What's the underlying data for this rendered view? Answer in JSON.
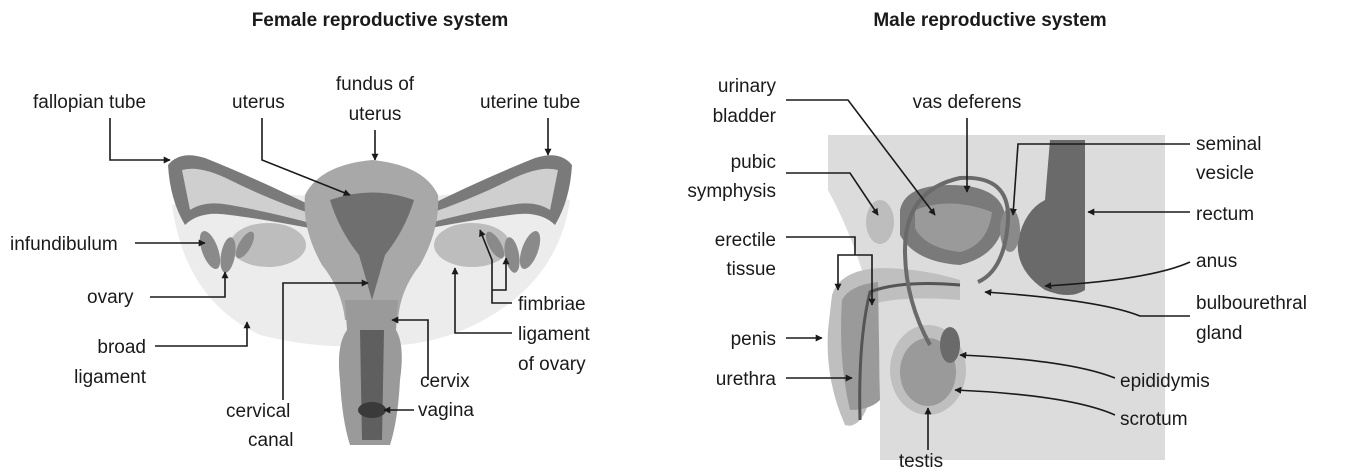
{
  "female": {
    "title": "Female reproductive system",
    "labels": {
      "fallopian_tube": "fallopian tube",
      "uterus": "uterus",
      "fundus_1": "fundus of",
      "fundus_2": "uterus",
      "uterine_tube": "uterine tube",
      "infundibulum": "infundibulum",
      "ovary": "ovary",
      "broad_1": "broad",
      "broad_2": "ligament",
      "fimbriae": "fimbriae",
      "lig_ovary_1": "ligament",
      "lig_ovary_2": "of ovary",
      "cervical_1": "cervical",
      "cervical_2": "canal",
      "cervix": "cervix",
      "vagina": "vagina"
    }
  },
  "male": {
    "title": "Male reproductive system",
    "labels": {
      "urinary_1": "urinary",
      "urinary_2": "bladder",
      "vas_deferens": "vas deferens",
      "seminal_1": "seminal",
      "seminal_2": "vesicle",
      "pubic_1": "pubic",
      "pubic_2": "symphysis",
      "rectum": "rectum",
      "erectile_1": "erectile",
      "erectile_2": "tissue",
      "anus": "anus",
      "bulbo_1": "bulbourethral",
      "bulbo_2": "gland",
      "penis": "penis",
      "urethra": "urethra",
      "epididymis": "epididymis",
      "scrotum": "scrotum",
      "testis": "testis"
    }
  }
}
